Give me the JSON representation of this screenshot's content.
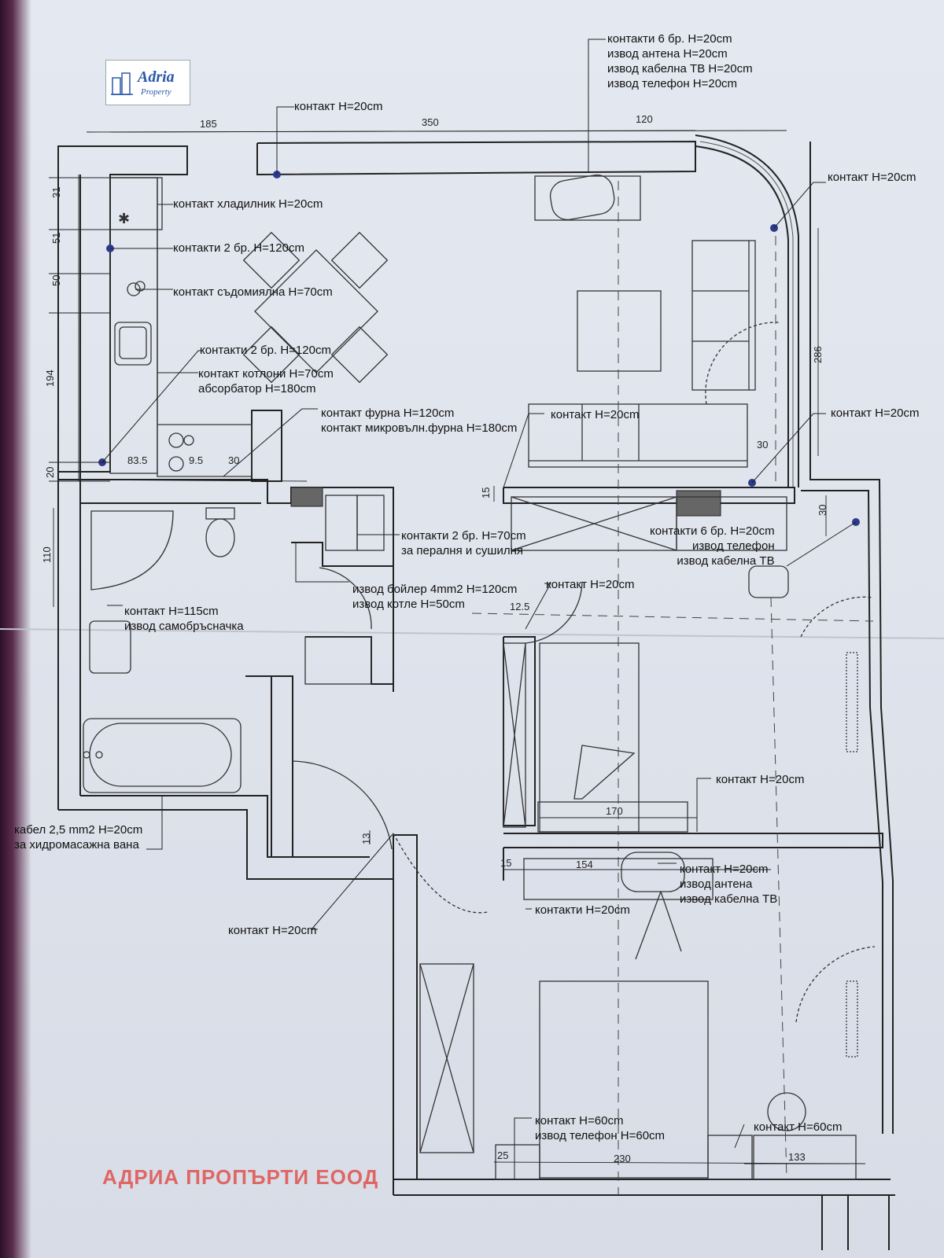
{
  "logo": {
    "name": "Adria",
    "sub": "Property"
  },
  "watermark": "АДРИА ПРОПЪРТИ ЕООД",
  "dimensions": {
    "d185": "185",
    "d350": "350",
    "d120": "120",
    "d31": "31",
    "d51": "51",
    "d50": "50",
    "d194": "194",
    "d20": "20",
    "d83_5": "83.5",
    "d9_5": "9.5",
    "d30a": "30",
    "d15a": "15",
    "d30b": "30",
    "d30c": "30",
    "d286": "286",
    "d110": "110",
    "d12_5": "12.5",
    "d170": "170",
    "d13": "13",
    "d15b": "15",
    "d154": "154",
    "d25": "25",
    "d230": "230",
    "d133": "133"
  },
  "labels": {
    "top_tv": [
      "контакти 6 бр. H=20cm",
      "извод антена H=20cm",
      "извод кабелна ТВ H=20cm",
      "извод телефон H=20cm"
    ],
    "top_contact": "контакт H=20cm",
    "fridge": "контакт хладилник H=20cm",
    "contacts2_120": "контакти 2 бр. H=120cm",
    "dishwasher": "контакт съдомиялна H=70cm",
    "contacts2_120b": "контакти 2 бр. H=120cm",
    "hob": [
      "контакт котлони H=70cm",
      "абсорбатор H=180cm"
    ],
    "oven": [
      "контакт фурна H=120cm",
      "контакт микровълн.фурна H=180cm"
    ],
    "right_contact1": "контакт H=20cm",
    "center_contact": "контакт H=20cm",
    "right_contact2": "контакт H=20cm",
    "washer": [
      "контакти 2 бр. H=70cm",
      "за пералня и сушилня"
    ],
    "tv_wall": [
      "контакти 6 бр. H=20cm",
      "извод телефон",
      "извод кабелна ТВ"
    ],
    "boiler": [
      "извод бойлер 4mm2 H=120cm",
      "извод котле H=50cm"
    ],
    "hall_contact": "контакт H=20cm",
    "shaver": [
      "контакт H=115cm",
      "извод самобръсначка"
    ],
    "bedroom1_contact": "контакт H=20cm",
    "bath_cable": [
      "кабел 2,5 mm2 H=20cm",
      "за хидромасажна вана"
    ],
    "bed2_tv": [
      "контакт H=20cm",
      "извод антена",
      "извод кабелна ТВ"
    ],
    "contacts_20": "контакти H=20cm",
    "entry_contact": "контакт H=20cm",
    "bed_contact60": [
      "контакт H=60cm",
      "извод телефон H=60cm"
    ],
    "right_contact60": "контакт H=60cm"
  }
}
